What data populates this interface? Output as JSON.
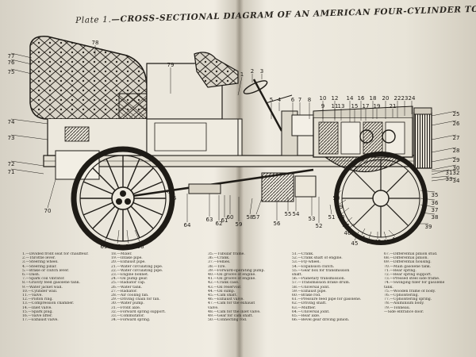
{
  "plate": {
    "title_prefix": "Plate 1.",
    "title_main": "—CROSS-SECTIONAL DIAGRAM OF AN AMERICAN FOUR-CYLINDER TOURING CAR."
  },
  "callouts": [
    "78",
    "77",
    "76",
    "75",
    "79",
    "74",
    "73",
    "72",
    "71",
    "70",
    "1",
    "2",
    "3",
    "4",
    "5",
    "6",
    "7",
    "8",
    "9",
    "10",
    "11",
    "12",
    "13",
    "14",
    "15",
    "16",
    "17",
    "18",
    "19",
    "20",
    "21",
    "22",
    "23",
    "24",
    "25",
    "26",
    "27",
    "28",
    "29",
    "30",
    "31",
    "32",
    "33",
    "34",
    "35",
    "36",
    "37",
    "38",
    "39",
    "40",
    "41",
    "42",
    "43",
    "44",
    "45",
    "46",
    "47",
    "48",
    "49",
    "50",
    "51",
    "52",
    "53",
    "54",
    "55",
    "56",
    "57",
    "58",
    "59",
    "60",
    "61",
    "62",
    "63",
    "64",
    "65",
    "66",
    "67",
    "68",
    "69"
  ],
  "legend": {
    "col1": [
      "1.—Divided front seat for chauffeur.",
      "2.—Throttle lever.",
      "3.—Steering wheel.",
      "4.—Steering pillar.",
      "5.—Brake or clutch lever.",
      "6.—Dash.",
      "7.—Spark coil vibrator.",
      "8.—Gravity feed gasolene tank.",
      "9.—Water jacket wall.",
      "10.—Cylinder wall.",
      "11.—Valve.",
      "12.—Piston ring.",
      "13.—Compression chamber.",
      "14.—Inlet valve.",
      "15.—Spark plug.",
      "16.—Valve lifter.",
      "17.—Exhaust valve."
    ],
    "col2": [
      "18.—Mixer.",
      "19.—Intake pipe.",
      "20.—Exhaust pipe.",
      "21.—Water circulating pipe.",
      "22.—Water circulating pipe.",
      "23.—Engine bonnet.",
      "24.—Oil pump gear.",
      "25.—Radiator cap.",
      "26.—Water tank.",
      "27.—Radiator.",
      "28.—Air cooling fan.",
      "29.—Driving chain for fan.",
      "30.—Water pump.",
      "31.—Front axle.",
      "32.—Forward spring support.",
      "33.—Commutator.",
      "34.—Forward spring."
    ],
    "col3": [
      "35.—Tubular frame.",
      "36.—Crank.",
      "37.—Fellies.",
      "38.—Tire.",
      "39.—Forward-operating pump.",
      "40.—Oil groove of engine.",
      "41.—Oil groove of engine.",
      "42.—Crank case.",
      "43.—Oil reservoir.",
      "44.—Oil sump.",
      "45.—Cam shaft.",
      "46.—Exhaust valve.",
      "47.—Cam for the exhaust",
      "    valve.",
      "48.—Cam for the inlet valve.",
      "49.—Gear for cam shaft.",
      "50.—Connecting rod."
    ],
    "col4": [
      "51.—Crank.",
      "52.—Crank shaft of engine.",
      "53.—Fly-wheel.",
      "54.—Expansion clutch.",
      "55.—Gear box for transmission",
      "    shaft.",
      "56.—Planetary transmission.",
      "57.—Transmission brake drum.",
      "58.—Universal joint.",
      "59.—Exhaust pipe.",
      "60.—Brake rod.",
      "61.—Pressure feed pipe for gasolene.",
      "62.—Driving shaft.",
      "63.—Muffler.",
      "64.—Universal joint.",
      "65.—Rear axle.",
      "66.—Bevel gear driving pinion."
    ],
    "col5": [
      "67.—Differential pinion stud.",
      "68.—Differential pinion.",
      "69.—Differential housing.",
      "70.—Main gasolene tank.",
      "71.—Rear spring.",
      "72.—Rear spring support.",
      "73.—Pressed steel side frame.",
      "74.—Swinging filler for gasolene",
      "    tank.",
      "75.—Wooden frame of body.",
      "76.—Upholstering.",
      "77.—Upholstering spring.",
      "78.—Aluminium body.",
      "79.—Tonneau.",
      "   —Side entrance door."
    ]
  }
}
